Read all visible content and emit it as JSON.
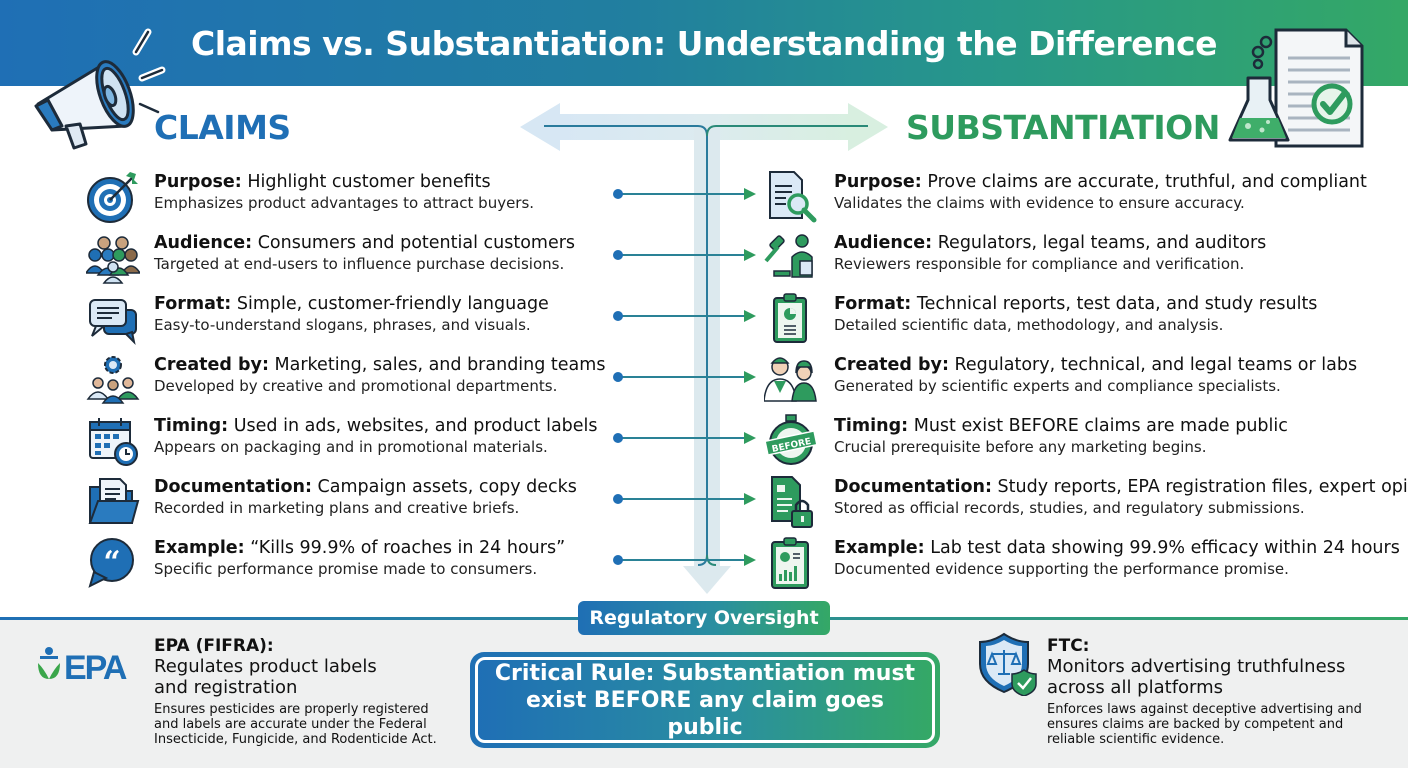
{
  "header": {
    "title": "Claims vs. Substantiation: Understanding the Difference"
  },
  "colors": {
    "claims_blue": "#1f6fb5",
    "substantiation_green": "#2e9b5e",
    "connector_teal": "#2a8a8a",
    "bottom_bg": "#eff0f0"
  },
  "icons": {
    "header_left": "megaphone-icon",
    "header_right": "lab-flask-document-check-icon"
  },
  "claims": {
    "heading": "CLAIMS",
    "rows": [
      {
        "label": "Purpose:",
        "value": "Highlight customer benefits",
        "detail": "Emphasizes product advantages to attract buyers.",
        "icon": "target-icon"
      },
      {
        "label": "Audience:",
        "value": "Consumers and potential customers",
        "detail": "Targeted at end-users to influence purchase decisions.",
        "icon": "crowd-icon"
      },
      {
        "label": "Format:",
        "value": "Simple, customer-friendly language",
        "detail": "Easy-to-understand slogans, phrases, and visuals.",
        "icon": "chat-bubbles-icon"
      },
      {
        "label": "Created by:",
        "value": "Marketing, sales, and branding teams",
        "detail": "Developed by creative and promotional departments.",
        "icon": "team-gear-icon"
      },
      {
        "label": "Timing:",
        "value": "Used in ads, websites, and product labels",
        "detail": "Appears on packaging and in promotional materials.",
        "icon": "calendar-clock-icon"
      },
      {
        "label": "Documentation:",
        "value": "Campaign assets, copy decks",
        "detail": "Recorded in marketing plans and creative briefs.",
        "icon": "folder-icon"
      },
      {
        "label": "Example:",
        "value": "“Kills 99.9% of roaches in 24 hours”",
        "detail": "Specific performance promise made to consumers.",
        "icon": "quote-bubble-icon"
      }
    ]
  },
  "substantiation": {
    "heading": "SUBSTANTIATION",
    "rows": [
      {
        "label": "Purpose:",
        "value": "Prove claims are accurate, truthful, and compliant",
        "detail": "Validates the claims with evidence to ensure accuracy.",
        "icon": "document-magnifier-icon"
      },
      {
        "label": "Audience:",
        "value": "Regulators, legal teams, and auditors",
        "detail": "Reviewers responsible for compliance and verification.",
        "icon": "gavel-auditor-icon"
      },
      {
        "label": "Format:",
        "value": "Technical reports, test data, and study results",
        "detail": "Detailed scientific data, methodology, and analysis.",
        "icon": "clipboard-chart-icon"
      },
      {
        "label": "Created by:",
        "value": "Regulatory, technical, and legal teams or labs",
        "detail": "Generated by scientific experts and compliance specialists.",
        "icon": "scientists-icon"
      },
      {
        "label": "Timing:",
        "value": "Must exist BEFORE claims are made public",
        "detail": "Crucial prerequisite before any marketing begins.",
        "icon": "stopwatch-before-icon",
        "badge": "BEFORE"
      },
      {
        "label": "Documentation:",
        "value": "Study reports, EPA registration files, expert opinions",
        "detail": "Stored as official records, studies, and regulatory submissions.",
        "icon": "locked-document-icon"
      },
      {
        "label": "Example:",
        "value": "Lab test data showing 99.9% efficacy within 24 hours",
        "detail": "Documented evidence supporting the performance promise.",
        "icon": "clipboard-bar-chart-icon"
      }
    ]
  },
  "oversight": {
    "label": "Regulatory Oversight",
    "critical_rule": "Critical Rule: Substantiation must exist BEFORE any claim goes public",
    "epa": {
      "logo_text": "EPA",
      "name": "EPA (FIFRA):",
      "summary": "Regulates product labels and registration",
      "detail": "Ensures pesticides are properly registered and labels are accurate under the Federal Insecticide, Fungicide, and Rodenticide Act."
    },
    "ftc": {
      "name": "FTC:",
      "summary": "Monitors advertising truthfulness across all platforms",
      "detail": "Enforces laws against deceptive advertising and ensures claims are backed by competent and reliable scientific evidence.",
      "icon": "shield-scales-check-icon"
    }
  }
}
